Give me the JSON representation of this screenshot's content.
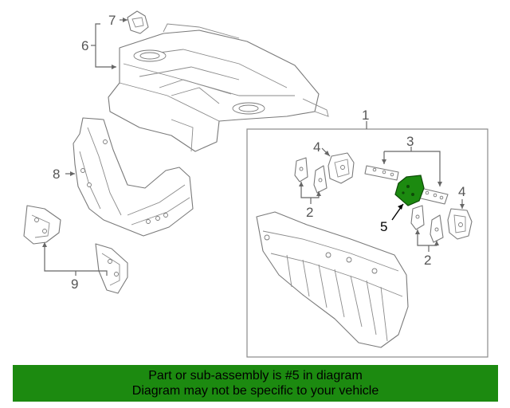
{
  "callouts": {
    "c1": "1",
    "c2a": "2",
    "c2b": "2",
    "c3": "3",
    "c4a": "4",
    "c4b": "4",
    "c5": "5",
    "c6": "6",
    "c7": "7",
    "c8": "8",
    "c9": "9"
  },
  "banner": {
    "line1": "Part or sub-assembly is #5 in diagram",
    "line2": "Diagram may not be specific to your vehicle"
  },
  "colors": {
    "banner_bg": "#1c8a10",
    "highlight_part": "#1c8a10"
  }
}
